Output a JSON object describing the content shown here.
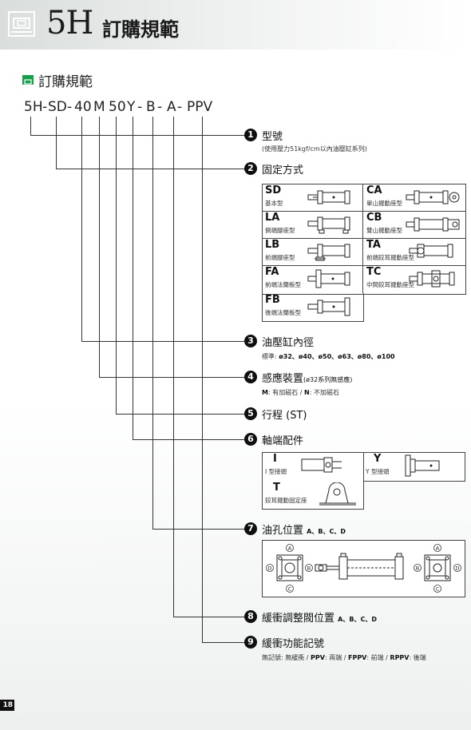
{
  "header": {
    "model": "5H",
    "title": "訂購規範"
  },
  "section": {
    "title": "訂購規範"
  },
  "model_code": [
    "5H",
    "-",
    "SD",
    "-",
    "40",
    "M",
    "50",
    "Y",
    "-",
    "B",
    "-",
    "A",
    "-",
    "PPV"
  ],
  "items": [
    {
      "no": "1",
      "label": "型號",
      "sub": "(使用壓力51kgf/cm以內油壓缸系列)"
    },
    {
      "no": "2",
      "label": "固定方式"
    },
    {
      "no": "3",
      "label": "油壓缸內徑",
      "sub_prefix": "標準:",
      "sub": "ø32、ø40、ø50、ø63、ø80、ø100"
    },
    {
      "no": "4",
      "label": "感應裝置",
      "label_note": "(ø32系列無感應)",
      "sub_m": "M",
      "sub_m_text": ": 有加磁石 /",
      "sub_n": "N",
      "sub_n_text": ": 不加磁石"
    },
    {
      "no": "5",
      "label": "行程 (ST)"
    },
    {
      "no": "6",
      "label": "軸端配件"
    },
    {
      "no": "7",
      "label": "油孔位置",
      "options": "A、B、C、D"
    },
    {
      "no": "8",
      "label": "緩衝調整閥位置",
      "options": "A、B、C、D"
    },
    {
      "no": "9",
      "label": "緩衝功能記號",
      "sub_p1": "無記號: 無緩衝 /",
      "sub_k1": "PPV",
      "sub_p2": ": 兩端 /",
      "sub_k2": "FPPV",
      "sub_p3": ": 前端 /",
      "sub_k3": "RPPV",
      "sub_p4": ": 後端"
    }
  ],
  "mounts": [
    {
      "code": "SD",
      "desc": "基本型"
    },
    {
      "code": "CA",
      "desc": "單山擺動座型"
    },
    {
      "code": "LA",
      "desc": "側端腳座型"
    },
    {
      "code": "CB",
      "desc": "雙山擺動座型"
    },
    {
      "code": "LB",
      "desc": "前端腳座型"
    },
    {
      "code": "TA",
      "desc": "前端鉸耳擺動座型"
    },
    {
      "code": "FA",
      "desc": "前端法蘭板型"
    },
    {
      "code": "TC",
      "desc": "中間鉸耳擺動座型"
    },
    {
      "code": "FB",
      "desc": "後端法蘭板型"
    }
  ],
  "rod_ends": [
    {
      "code": "I",
      "desc": "I 型接頭"
    },
    {
      "code": "Y",
      "desc": "Y 型接頭"
    },
    {
      "code": "T",
      "desc": "鉸耳擺動固定座"
    }
  ],
  "port_letters": {
    "a": "A",
    "b": "B",
    "c": "C",
    "d": "D"
  },
  "page_number": "18",
  "colors": {
    "accent": "#16a04a",
    "ink": "#111111"
  }
}
